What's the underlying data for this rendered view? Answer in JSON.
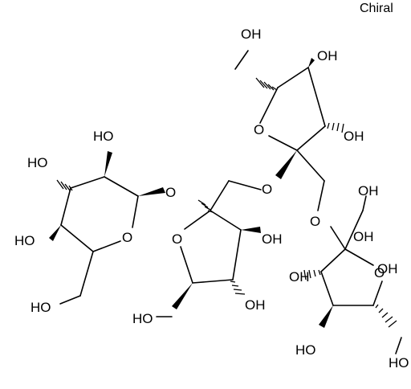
{
  "diagram": {
    "annotation": "Chiral",
    "atoms": {
      "oh_a": "OH",
      "oh_b": "OH",
      "oh_c": "OH",
      "o_fruA_ring": "O",
      "o_link_top": "O",
      "o_link_right": "O",
      "oh_d": "OH",
      "ho_e": "HO",
      "oh_f": "OH",
      "o_glc_anom": "O",
      "ho_g": "HO",
      "o_glc_ring": "O",
      "o_fruB_ring": "O",
      "oh_h": "OH",
      "ho_i": "HO",
      "oh_j": "OH",
      "ho_k": "HO",
      "oh_l": "OH",
      "ho_m": "HO",
      "ho_n": "HO",
      "o_fruC_ring": "O",
      "ho_o": "HO",
      "oh_p": "OH"
    }
  }
}
